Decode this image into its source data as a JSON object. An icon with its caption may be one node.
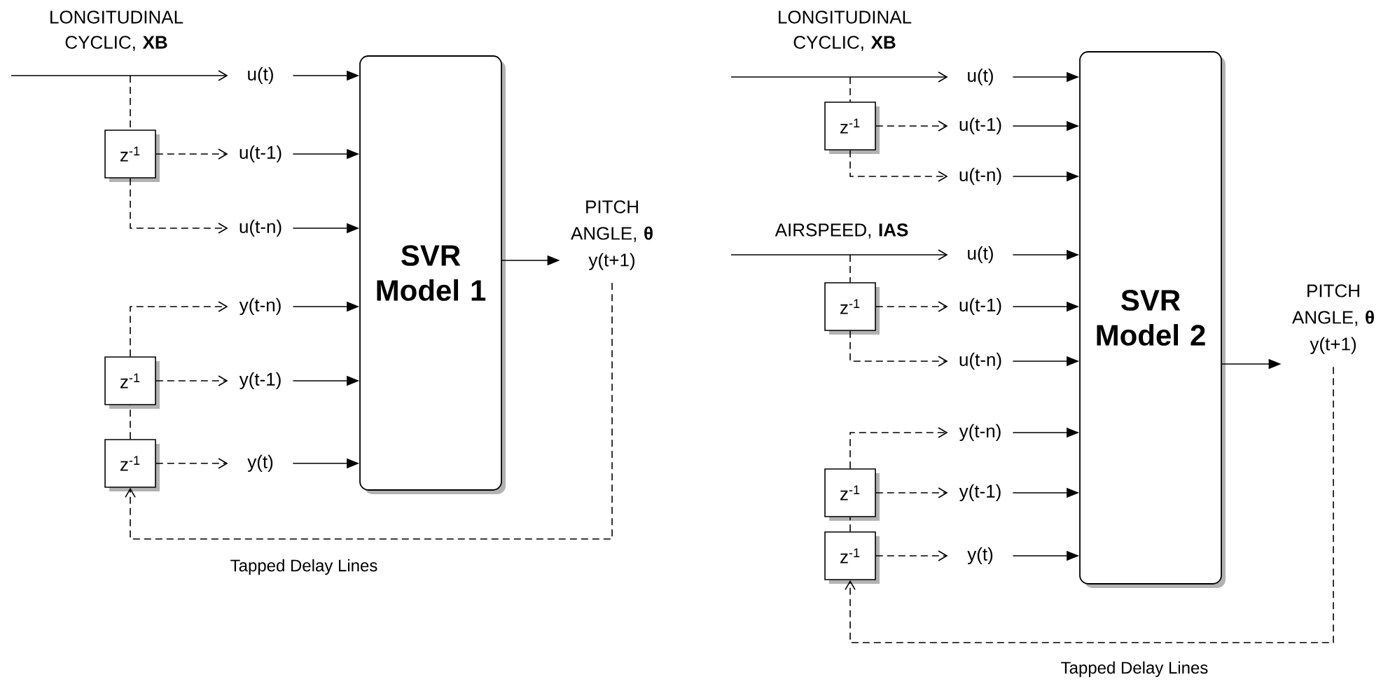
{
  "diagram": {
    "nodes": [
      {
        "text": [
          "u(t)"
        ]
      },
      {
        "text": [
          "z$^{-1}$"
        ]
      },
      {
        "text": [
          "u(t-1)"
        ]
      },
      {
        "text": [
          "u(t-n)"
        ]
      },
      {
        "text": [
          "y(t-n)"
        ]
      },
      {
        "text": [
          "z$^{-1}$"
        ]
      },
      {
        "text": [
          "y(t-1)"
        ]
      },
      {
        "text": [
          "z$^{-1}$"
        ]
      },
      {
        "text": [
          "y(t)"
        ]
      },
      {
        "text": [
          "SVR Model 1"
        ]
      },
      {
        "text": [
          "PITCH ANGLE, **θ**",
          "y(t+1)"
        ]
      },
      {
        "text": [
          "u(t)"
        ]
      },
      {
        "text": [
          "z$^{-1}$"
        ]
      },
      {
        "text": [
          "u(t-1)"
        ]
      },
      {
        "text": [
          "u(t-n)"
        ]
      },
      {
        "text": [
          "u(t)"
        ]
      },
      {
        "text": [
          "z$^{-1}$"
        ]
      },
      {
        "text": [
          "u(t-1)"
        ]
      },
      {
        "text": [
          "u(t-n)"
        ]
      },
      {
        "text": [
          "y(t-n)"
        ]
      },
      {
        "text": [
          "z$^{-1}$"
        ]
      },
      {
        "text": [
          "y(t-1)"
        ]
      },
      {
        "text": [
          "z$^{-1}$"
        ]
      },
      {
        "text": [
          "y(t)"
        ]
      },
      {
        "text": [
          "SVR Model 2"
        ]
      },
      {
        "text": [
          "PITCH ANGLE, **θ**",
          "y(t+1)"
        ]
      }
    ],
    "edges": [
      {
        "from": null,
        "to": 0,
        "arrow": "to",
        "label": "LONGITUDINAL CYCLIC, **XB**"
      },
      {
        "from": null,
        "to": 1,
        "arrow": "none",
        "style": "dashed"
      },
      {
        "from": 1,
        "to": 2,
        "arrow": "to",
        "style": "dashed"
      },
      {
        "from": 1,
        "to": 3,
        "arrow": "to",
        "style": "dashed"
      },
      {
        "from": 5,
        "to": 4,
        "arrow": "to",
        "style": "dashed"
      },
      {
        "from": 5,
        "to": 6,
        "arrow": "to",
        "style": "dashed"
      },
      {
        "from": 7,
        "to": 5,
        "arrow": "none",
        "style": "dashed"
      },
      {
        "from": 7,
        "to": 8,
        "arrow": "to",
        "style": "dashed"
      },
      {
        "from": 0,
        "to": 9,
        "arrow": "to"
      },
      {
        "from": 2,
        "to": 9,
        "arrow": "to"
      },
      {
        "from": 3,
        "to": 9,
        "arrow": "to"
      },
      {
        "from": 4,
        "to": 9,
        "arrow": "to"
      },
      {
        "from": 6,
        "to": 9,
        "arrow": "to"
      },
      {
        "from": 8,
        "to": 9,
        "arrow": "to"
      },
      {
        "from": 9,
        "to": 10,
        "arrow": "to"
      },
      {
        "from": 10,
        "to": 7,
        "arrow": "to",
        "style": "dashed",
        "label": "Tapped Delay Lines"
      },
      {
        "from": null,
        "to": 11,
        "arrow": "to",
        "label": "LONGITUDINAL CYCLIC, **XB**"
      },
      {
        "from": null,
        "to": 12,
        "arrow": "none",
        "style": "dashed"
      },
      {
        "from": 12,
        "to": 13,
        "arrow": "to",
        "style": "dashed"
      },
      {
        "from": 12,
        "to": 14,
        "arrow": "to",
        "style": "dashed"
      },
      {
        "from": null,
        "to": 15,
        "arrow": "to",
        "label": "AIRSPEED, **IAS**"
      },
      {
        "from": null,
        "to": 16,
        "arrow": "none",
        "style": "dashed"
      },
      {
        "from": 16,
        "to": 17,
        "arrow": "to",
        "style": "dashed"
      },
      {
        "from": 16,
        "to": 18,
        "arrow": "to",
        "style": "dashed"
      },
      {
        "from": 20,
        "to": 19,
        "arrow": "to",
        "style": "dashed"
      },
      {
        "from": 20,
        "to": 21,
        "arrow": "to",
        "style": "dashed"
      },
      {
        "from": 22,
        "to": 20,
        "arrow": "none",
        "style": "dashed"
      },
      {
        "from": 22,
        "to": 23,
        "arrow": "to",
        "style": "dashed"
      },
      {
        "from": 11,
        "to": 24,
        "arrow": "to"
      },
      {
        "from": 13,
        "to": 24,
        "arrow": "to"
      },
      {
        "from": 14,
        "to": 24,
        "arrow": "to"
      },
      {
        "from": 15,
        "to": 24,
        "arrow": "to"
      },
      {
        "from": 17,
        "to": 24,
        "arrow": "to"
      },
      {
        "from": 18,
        "to": 24,
        "arrow": "to"
      },
      {
        "from": 19,
        "to": 24,
        "arrow": "to"
      },
      {
        "from": 21,
        "to": 24,
        "arrow": "to"
      },
      {
        "from": 23,
        "to": 24,
        "arrow": "to"
      },
      {
        "from": 24,
        "to": 25,
        "arrow": "to"
      },
      {
        "from": 25,
        "to": 22,
        "arrow": "to",
        "style": "dashed",
        "label": "Tapped Delay Lines"
      }
    ]
  }
}
